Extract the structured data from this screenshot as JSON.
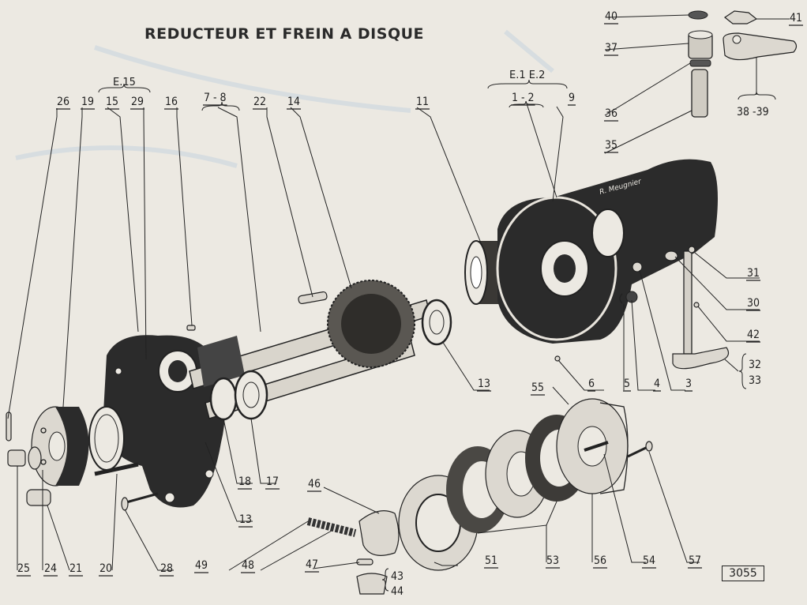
{
  "page": {
    "title": "REDUCTEUR ET FREIN A DISQUE",
    "figure_number": "3055",
    "maker_signature": "R. Meugnier",
    "background_color": "#ece9e2",
    "ink_color": "#222222"
  },
  "group_labels": [
    {
      "id": "e15",
      "text": "E.15",
      "covers": [
        "15"
      ]
    },
    {
      "id": "e1e2",
      "text": "E.1 E.2",
      "covers": [
        "1 - 2",
        "9"
      ]
    },
    {
      "id": "g78",
      "text": "7 - 8",
      "covers": []
    },
    {
      "id": "g12",
      "text": "1 - 2",
      "covers": []
    },
    {
      "id": "g3839",
      "text": "38 -39",
      "covers": []
    },
    {
      "id": "g3233",
      "text": "32 / 33",
      "covers": []
    },
    {
      "id": "g4344",
      "text": "43 / 44",
      "covers": []
    }
  ],
  "callouts": {
    "top_row": [
      "26",
      "19",
      "15",
      "29",
      "16",
      "7 - 8",
      "22",
      "14",
      "11",
      "1 - 2",
      "9"
    ],
    "top_right": [
      "40",
      "41",
      "37",
      "36",
      "35",
      "38 -39"
    ],
    "right_column": [
      "31",
      "30",
      "42",
      "32",
      "33"
    ],
    "middle_row": [
      "6",
      "5",
      "4",
      "3",
      "13",
      "55"
    ],
    "center_row": [
      "18",
      "17",
      "13"
    ],
    "bottom_row": [
      "25",
      "24",
      "21",
      "20",
      "28",
      "49",
      "48",
      "46",
      "47",
      "43",
      "44",
      "51",
      "53",
      "56",
      "54",
      "57"
    ]
  },
  "labels": {
    "l26": "26",
    "l19": "19",
    "l15": "15",
    "l29": "29",
    "l16": "16",
    "l78": "7 - 8",
    "l22": "22",
    "l14": "14",
    "l11": "11",
    "l12": "1 - 2",
    "l9": "9",
    "l40": "40",
    "l41": "41",
    "l37": "37",
    "l36": "36",
    "l35": "35",
    "l3839": "38 -39",
    "l31": "31",
    "l30": "30",
    "l42": "42",
    "l32": "32",
    "l33": "33",
    "l6": "6",
    "l5": "5",
    "l4": "4",
    "l3": "3",
    "l13a": "13",
    "l55": "55",
    "l18": "18",
    "l17": "17",
    "l13b": "13",
    "l25": "25",
    "l24": "24",
    "l21": "21",
    "l20": "20",
    "l28": "28",
    "l49": "49",
    "l48": "48",
    "l46": "46",
    "l47": "47",
    "l43": "43",
    "l44": "44",
    "l51": "51",
    "l53": "53",
    "l56": "56",
    "l54": "54",
    "l57": "57",
    "ge15": "E.15",
    "ge1e2": "E.1 E.2"
  }
}
